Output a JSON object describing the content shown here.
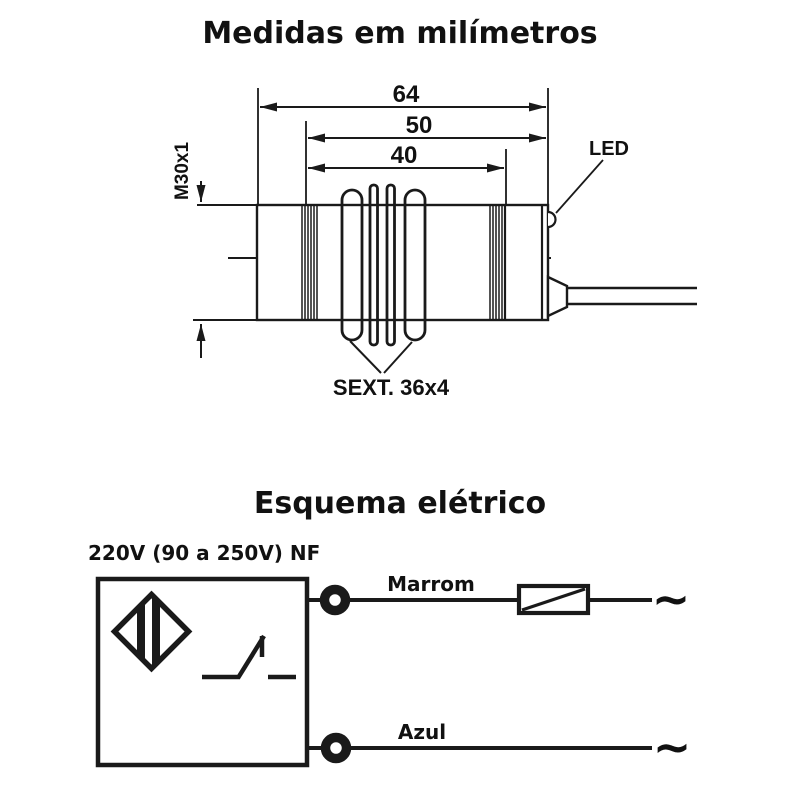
{
  "colors": {
    "ink": "#1a1a1a",
    "background": "#ffffff"
  },
  "dimensions_section": {
    "title": "Medidas em milímetros",
    "dim_overall_length": "64",
    "dim_thread_length": "50",
    "dim_body_length": "40",
    "thread_spec": "M30x1",
    "led_label": "LED",
    "hex_nut_label": "SEXT. 36x4"
  },
  "schematic_section": {
    "title": "Esquema elétrico",
    "supply_label": "220V (90 a 250V) NF",
    "brown_wire_label": "Marrom",
    "blue_wire_label": "Azul",
    "ac_source_symbol": "~"
  }
}
